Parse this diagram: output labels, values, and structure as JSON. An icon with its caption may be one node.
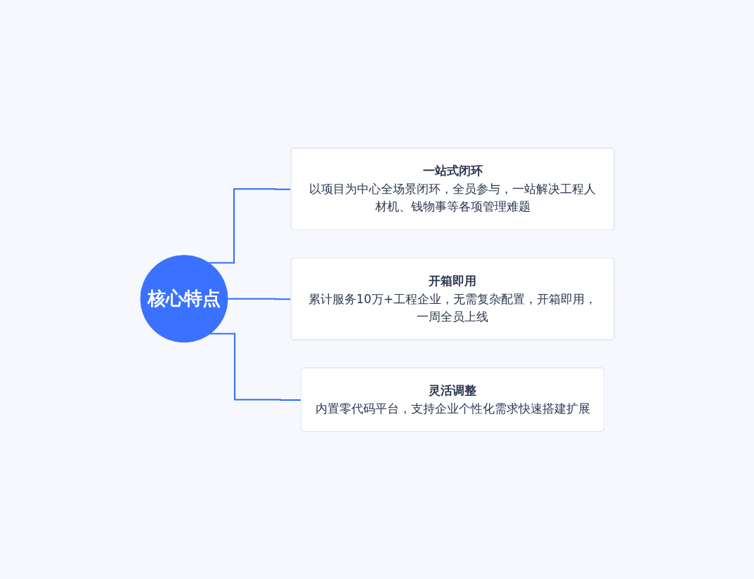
{
  "diagram": {
    "nodes": [
      {
        "text": [
          "核心特点"
        ]
      },
      {
        "text": [
          "一站式闭环",
          "以项目为中心全场景闭环，全员参与，一站解决工程人材机、钱物事等各项管理难题"
        ]
      },
      {
        "text": [
          "开箱即用",
          "累计服务10万+工程企业，无需复杂配置，开箱即用，一周全员上线"
        ]
      },
      {
        "text": [
          "灵活调整",
          "内置零代码平台，支持企业个性化需求快速搭建扩展"
        ]
      }
    ],
    "edges": [
      {
        "from": 0,
        "to": 1,
        "arrow": "none"
      },
      {
        "from": 0,
        "to": 2,
        "arrow": "none"
      },
      {
        "from": 0,
        "to": 3,
        "arrow": "none"
      }
    ]
  }
}
